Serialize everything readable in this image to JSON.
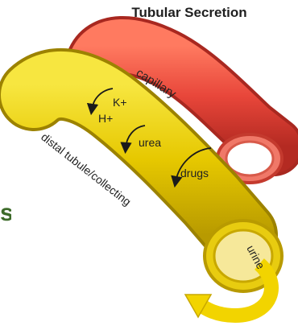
{
  "title": "Tubular Secretion",
  "cut_off_text": "s.",
  "labels": {
    "capillary": "capillary",
    "potassium": "K+",
    "hydrogen": "H+",
    "urea": "urea",
    "drugs": "drugs",
    "tubule": "distal tubule/collecting",
    "urine": "urine"
  },
  "colors": {
    "capillary": "#e8463a",
    "tubule": "#e6c800",
    "arrow": "#1a1a1a",
    "urine_arrow": "#f2d400"
  }
}
